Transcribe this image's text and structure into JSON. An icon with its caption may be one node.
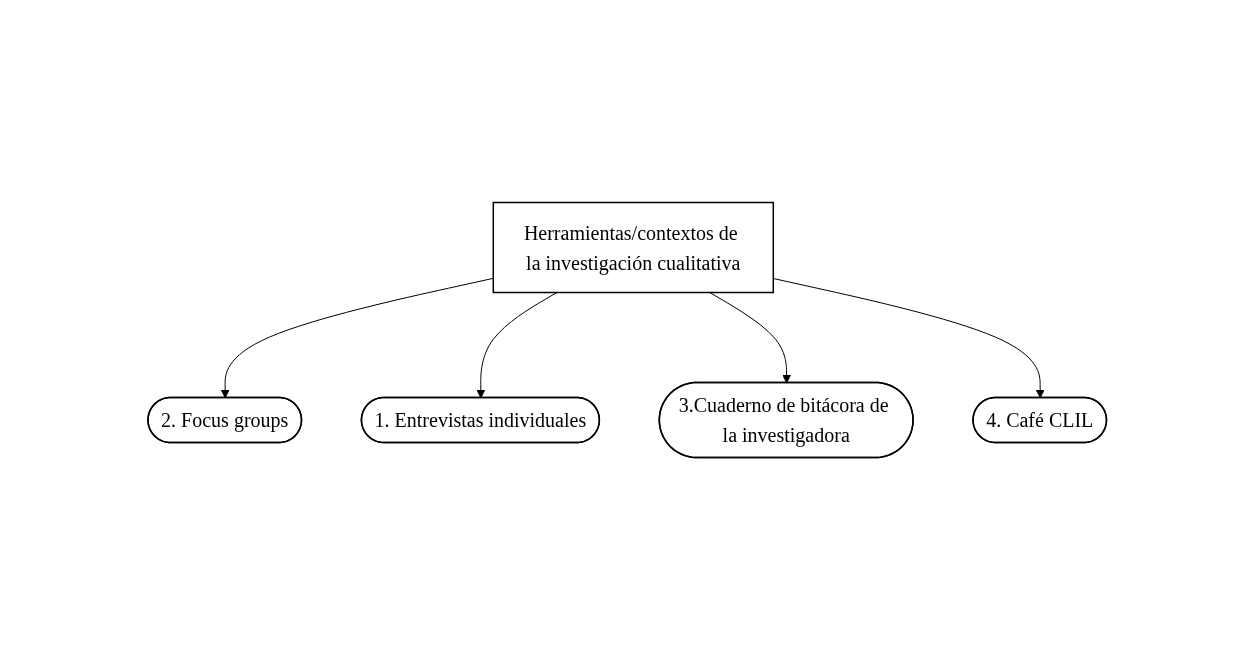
{
  "diagram": {
    "nodes": [
      {
        "text": [
          "2. Focus groups"
        ]
      },
      {
        "text": [
          "1. Entrevistas individuales"
        ]
      },
      {
        "text": [
          "Herramientas/contextos de la investigación cualitativa"
        ]
      },
      {
        "text": [
          "3.Cuaderno de bitácora de la investigadora"
        ]
      },
      {
        "text": [
          "4. Café CLIL"
        ]
      }
    ],
    "edges": [
      {
        "from": 2,
        "to": 0,
        "arrow": "to"
      },
      {
        "from": 2,
        "to": 1,
        "arrow": "to"
      },
      {
        "from": 2,
        "to": 3,
        "arrow": "to"
      },
      {
        "from": 2,
        "to": 4,
        "arrow": "to"
      }
    ]
  }
}
